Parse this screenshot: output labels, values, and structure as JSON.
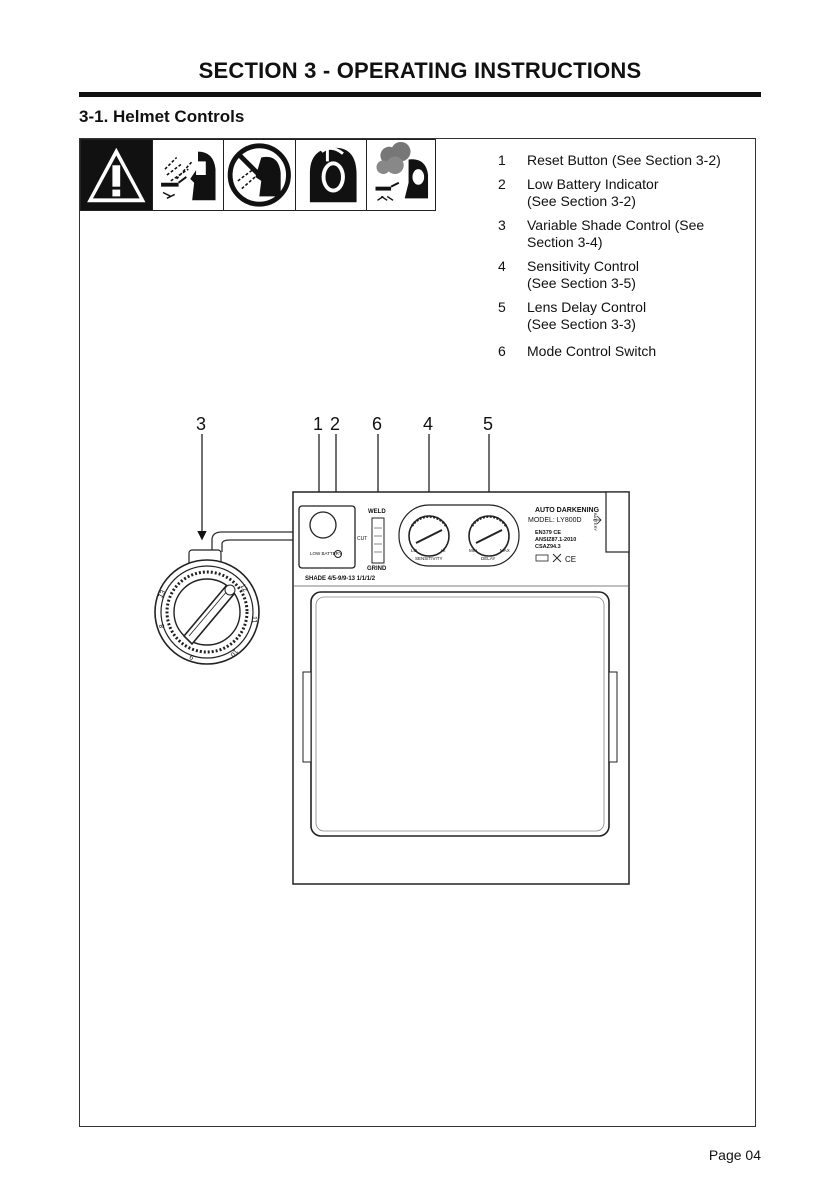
{
  "section_title": "SECTION 3 - OPERATING INSTRUCTIONS",
  "subsection_title": "3-1.  Helmet Controls",
  "legend": [
    {
      "num": "1",
      "text": "Reset  Button (See Section 3-2)"
    },
    {
      "num": "2",
      "text": "Low Battery Indicator (See Section 3-2)"
    },
    {
      "num": "3",
      "text": "Variable Shade Control (See Section 3-4)"
    },
    {
      "num": "4",
      "text": "Sensitivity Control (See Section 3-5)"
    },
    {
      "num": "5",
      "text": "Lens Delay Control (See Section 3-3)"
    },
    {
      "num": "6",
      "text": "Mode Control Switch"
    }
  ],
  "callouts": {
    "c3": "3",
    "c1": "1",
    "c2": "2",
    "c6": "6",
    "c4": "4",
    "c5": "5"
  },
  "panel": {
    "weld": "WELD",
    "cut": "CUT",
    "grind": "GRIND",
    "low_battery": "LOW BATTERY",
    "shade": "SHADE 4/5-9/9-13  1/1/1/2",
    "lo": "LO",
    "hi": "HI",
    "min": "MIN",
    "max": "MAX",
    "sensitivity": "SENSITIVITY",
    "delay": "DELAY",
    "brand": "AUTO DARKENING",
    "model": "MODEL: LY800D",
    "cert1": "EN379 CE",
    "cert2": "ANSIZ87.1-2010",
    "cert3": "CSAZ94.3",
    "ce_mark": "CE",
    "battery_tab": "BATTERY"
  },
  "knob": {
    "marks": [
      "13",
      "12",
      "11",
      "10",
      "9",
      "8"
    ]
  },
  "page_number": "Page 04"
}
